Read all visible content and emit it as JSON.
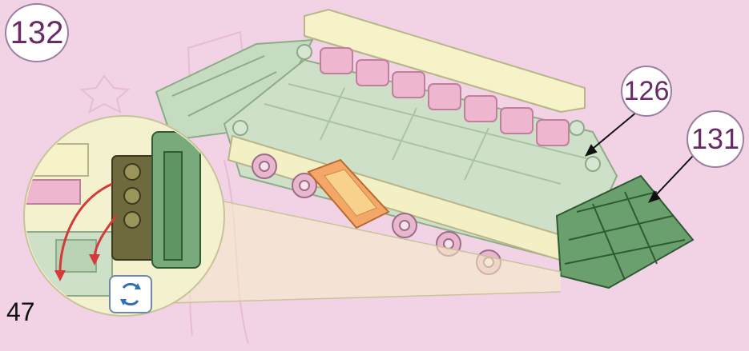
{
  "step_number": "132",
  "page_number": "47",
  "part_callouts": [
    {
      "label": "126"
    },
    {
      "label": "131"
    }
  ],
  "colors": {
    "background": "#f2d3e6",
    "callout_text": "#6a2a66",
    "base_green": "#b9d2b3",
    "dark_green": "#5f9463",
    "pink": "#efb6cf",
    "cream": "#f3f0c6",
    "arrow_red": "#d43a3a"
  },
  "icons": [
    "rotate-icon"
  ]
}
